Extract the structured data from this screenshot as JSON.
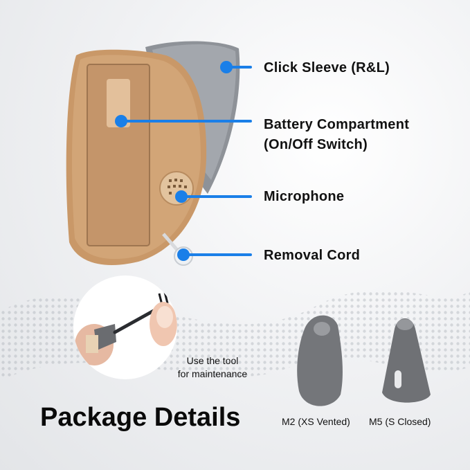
{
  "callouts": [
    {
      "id": "click-sleeve",
      "label": "Click Sleeve (R&L)"
    },
    {
      "id": "battery",
      "label_line1": "Battery Compartment",
      "label_line2": "(On/Off Switch)"
    },
    {
      "id": "microphone",
      "label": "Microphone"
    },
    {
      "id": "removal-cord",
      "label": "Removal Cord"
    }
  ],
  "maintenance": {
    "line1": "Use the tool",
    "line2": "for maintenance"
  },
  "package": {
    "title": "Package Details",
    "tips": [
      {
        "label": "M2 (XS Vented)"
      },
      {
        "label": "M5 (S Closed)"
      }
    ]
  },
  "colors": {
    "accent": "#1a7fe8",
    "shell": "#c99868",
    "sleeve": "#8e9298",
    "text": "#111111"
  }
}
